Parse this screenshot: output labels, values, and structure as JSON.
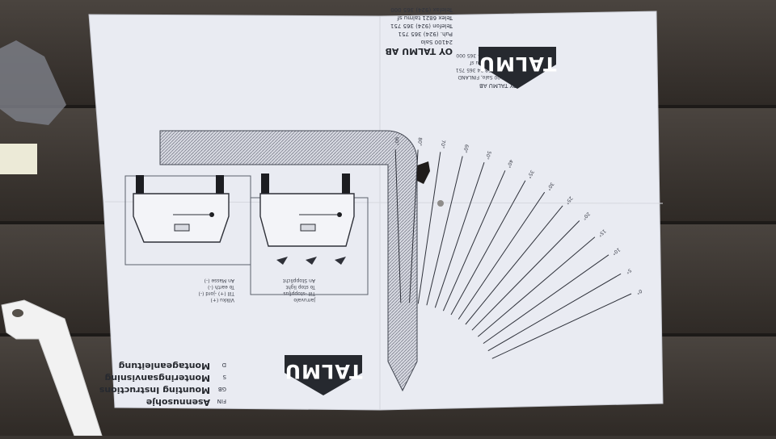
{
  "brand": {
    "logo_text": "TALMU"
  },
  "company": {
    "lines": [
      "OY TALMU AB",
      "24100 Salo",
      "Puh. (924) 365 751",
      "Telefon (924) 365 751",
      "Telex 6821 talmu sf",
      "Telefax (924) 365 000"
    ]
  },
  "company_intl": {
    "lines": [
      "OY TALMU AB",
      "SF-24100 Salo, FINLAND",
      "Tel. int. +358 24 365 751",
      "Telex 6821 talmu sf",
      "Telefax +358 24 365 000"
    ]
  },
  "instructions": {
    "items": [
      {
        "code": "FIN",
        "label": "Asennusohje"
      },
      {
        "code": "GB",
        "label": "Mounting Instructions"
      },
      {
        "code": "S",
        "label": "Monteringsanvisning"
      },
      {
        "code": "D",
        "label": "Montageanleitung"
      }
    ]
  },
  "steps": {
    "lines": [
      "Vilkku (+)",
      "Till (+) -jord (-)",
      "To earth (-)",
      "An Masse (-)"
    ],
    "switch_lines": [
      "Jarruvalo",
      "Till -stoppljus",
      "To stop light",
      "An Stopplicht"
    ]
  },
  "angles": {
    "labels": [
      "90°",
      "80°",
      "70°",
      "60°",
      "50°",
      "40°",
      "35°",
      "30°",
      "25°",
      "20°",
      "15°",
      "10°",
      "5°",
      "0°"
    ]
  },
  "colors": {
    "paper": "#e9ebf2",
    "ink": "#2a2d35",
    "wood": "#3b3632"
  }
}
